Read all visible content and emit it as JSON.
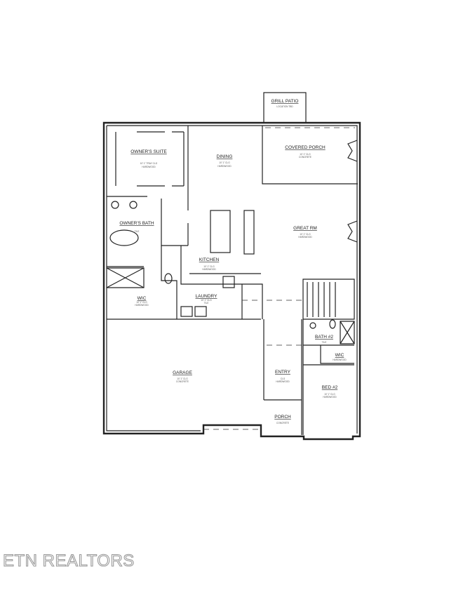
{
  "rooms": {
    "grill_patio": {
      "name": "GRILL PATIO",
      "note": "LOCATION TBD"
    },
    "owners_suite": {
      "name": "OWNER'S SUITE",
      "ceiling": "10' 1\" TRAY CLG",
      "floor": "HARDWOOD"
    },
    "dining": {
      "name": "DINING",
      "ceiling": "10' 1\" CLG",
      "floor": "HARDWOOD"
    },
    "covered_porch": {
      "name": "COVERED PORCH",
      "ceiling": "10' 1\" CLG",
      "floor": "CONCRETE"
    },
    "owners_bath": {
      "name": "OWNER'S BATH",
      "floor": "TILE"
    },
    "great_rm": {
      "name": "GREAT RM",
      "ceiling": "10' 1\" CLG",
      "floor": "HARDWOOD"
    },
    "kitchen": {
      "name": "KITCHEN",
      "ceiling": "10' 1\" CLG",
      "floor": "HARDWOOD"
    },
    "wic_owner": {
      "name": "WIC",
      "ceiling": "10' 1\" CLG",
      "floor": "HARDWOOD"
    },
    "laundry": {
      "name": "LAUNDRY",
      "ceiling": "10' 1\" CLG",
      "floor": "TILE"
    },
    "garage": {
      "name": "GARAGE",
      "ceiling": "10' 1\" CLG",
      "floor": "CONCRETE"
    },
    "entry": {
      "name": "ENTRY",
      "ceiling": "CLG",
      "floor": "HARDWOOD"
    },
    "porch": {
      "name": "PORCH",
      "floor": "CONCRETE"
    },
    "bath2": {
      "name": "BATH #2",
      "floor": "TILE"
    },
    "wic2": {
      "name": "WIC",
      "floor": "HARDWOOD"
    },
    "bed2": {
      "name": "BED #2",
      "ceiling": "10' 1\" CLG",
      "floor": "HARDWOOD"
    }
  },
  "watermark": "ETN REALTORS"
}
